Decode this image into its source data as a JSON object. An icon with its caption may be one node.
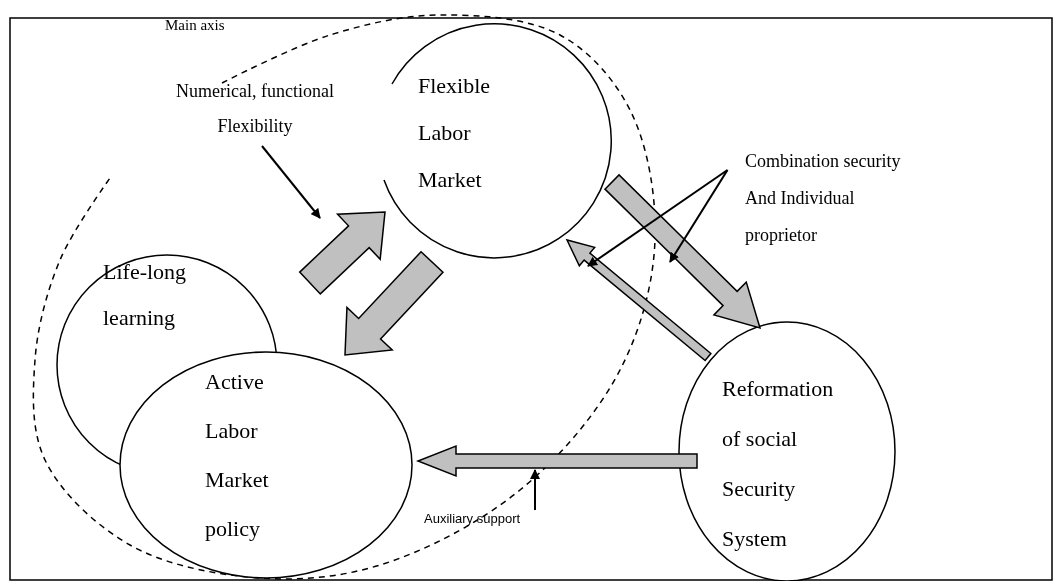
{
  "diagram": {
    "nodes": [
      {
        "text": [
          "Flexible Labor Market"
        ]
      },
      {
        "text": [
          "Life-long learning"
        ]
      },
      {
        "text": [
          "Active Labor Market policy"
        ]
      },
      {
        "text": [
          "Reformation of social Security System"
        ]
      },
      {
        "text": [
          "Numerical, functional Flexibility"
        ]
      },
      {
        "text": [
          "Combination security And Individual proprietor"
        ]
      },
      {
        "text": [
          "Auxiliary support"
        ]
      }
    ],
    "edges": [
      {
        "from": 2,
        "to": 0,
        "arrow": "to",
        "style": "thick"
      },
      {
        "from": 0,
        "to": 2,
        "arrow": "to",
        "style": "thick"
      },
      {
        "from": 0,
        "to": 3,
        "arrow": "to",
        "style": "thick"
      },
      {
        "from": 3,
        "to": 0,
        "arrow": "to",
        "style": "thick"
      },
      {
        "from": 3,
        "to": 2,
        "arrow": "to",
        "style": "thick"
      },
      {
        "from": 4,
        "to": null,
        "arrow": "to"
      },
      {
        "from": 5,
        "to": 0,
        "arrow": "to"
      },
      {
        "from": 5,
        "to": null,
        "arrow": "to"
      },
      {
        "from": 6,
        "to": null,
        "arrow": "to"
      }
    ],
    "labels": [
      "Main axis"
    ]
  }
}
